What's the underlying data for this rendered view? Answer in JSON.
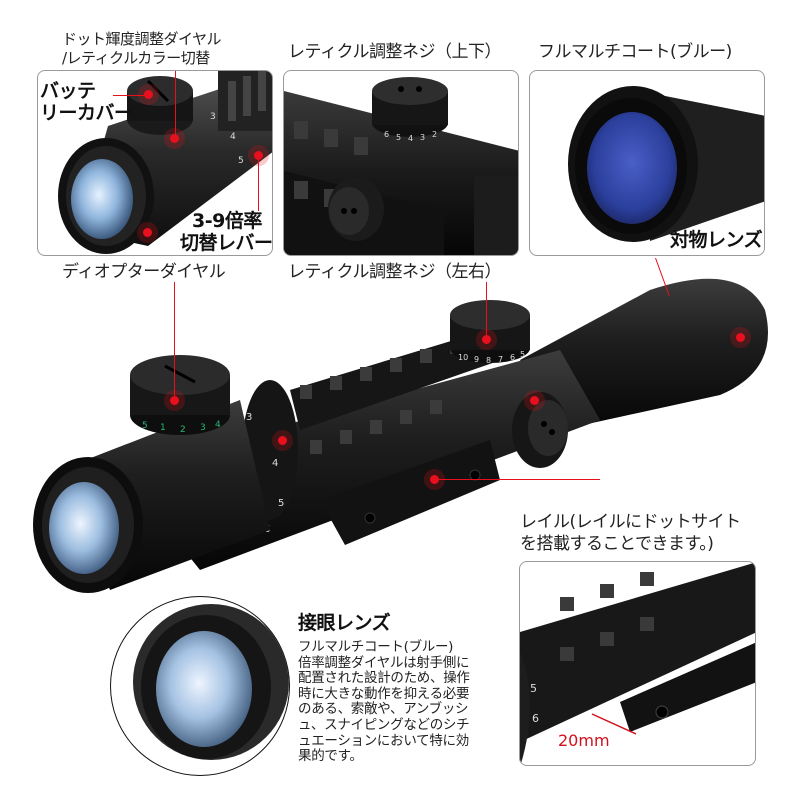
{
  "product": "3-9x rifle scope infographic",
  "colors": {
    "accent_red": "#e8101c",
    "lens_blue": "#2b3f9c",
    "panel_border": "#9a9a9a",
    "scope_black": "#1c1c1c"
  },
  "labels": {
    "dot_brightness_dial_line1": "ドット輝度調整ダイヤル",
    "dot_brightness_dial_line2": "/レティクルカラー切替",
    "battery_cover_line1": "バッテ",
    "battery_cover_line2": "リーカバー",
    "magnification_lever_line1": "3-9倍率",
    "magnification_lever_line2": "切替レバー",
    "diopter_dial": "ディオプターダイヤル",
    "reticle_adjust_vertical": "レティクル調整ネジ（上下）",
    "reticle_adjust_horizontal": "レティクル調整ネジ（左右）",
    "full_multicoat_blue": "フルマルチコート(ブルー)",
    "objective_lens": "対物レンズ",
    "rail_line1": "レイル(レイルにドットサイト",
    "rail_line2": "を搭載することできます。)",
    "rail_dimension": "20mm",
    "eyepiece_title": "接眼レンズ",
    "eyepiece_description": "フルマルチコート(ブルー)\n倍率調整ダイヤルは射手側に\n配置された設計のため、操作\n時に大きな動作を抑える必要\nのある、索敵や、アンブッシ\nュ、スナイピングなどのシチ\nュエーションにおいて特に効\n果的です。"
  },
  "dial_markings": {
    "magnification_ring": [
      "3",
      "4",
      "5",
      "6"
    ],
    "illumination_dial": [
      "5",
      "1",
      "2",
      "3",
      "4"
    ],
    "elevation_turret": [
      "10",
      "9",
      "8",
      "7",
      "6",
      "5"
    ]
  }
}
